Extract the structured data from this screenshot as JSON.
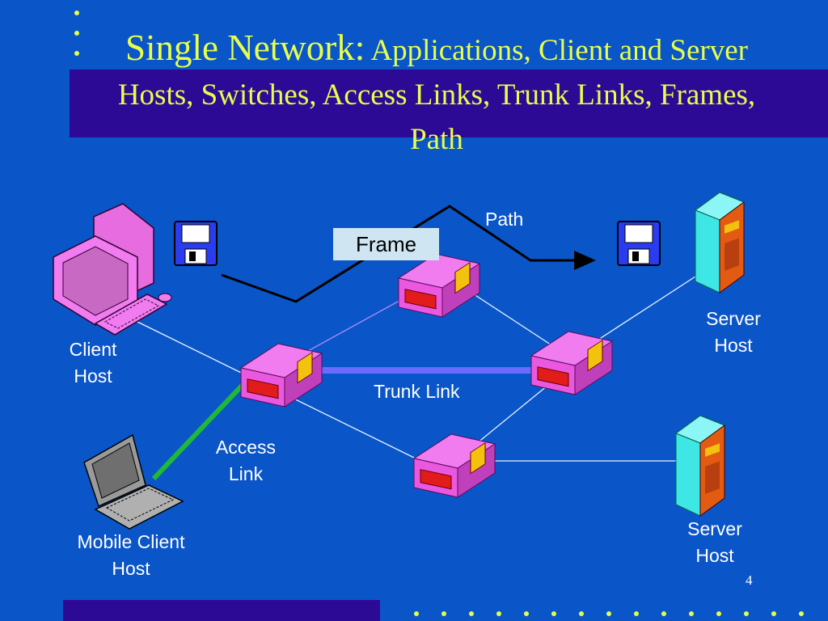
{
  "title": {
    "lead": "Single Network:",
    "rest": "Applications, Client and Server Hosts, Switches, Access Links, Trunk Links, Frames, Path"
  },
  "labels": {
    "client_host": "Client\nHost",
    "mobile_client_host": "Mobile Client\nHost",
    "server_host_top": "Server\nHost",
    "server_host_bottom": "Server\nHost",
    "trunk_link": "Trunk Link",
    "access_link": "Access\nLink",
    "path": "Path",
    "frame": "Frame"
  },
  "page_number": "4",
  "colors": {
    "background": "#0a55c8",
    "band": "#2d0a96",
    "title": "#e6ff4a",
    "trunk_link": "#6a6aff",
    "access_link": "#1fb83a",
    "switch_body": "#ea58e0",
    "server_body": "#3ee6e6"
  },
  "icons": [
    "floppy-disk-icon",
    "desktop-computer-icon",
    "laptop-computer-icon",
    "server-tower-icon",
    "network-switch-icon"
  ]
}
